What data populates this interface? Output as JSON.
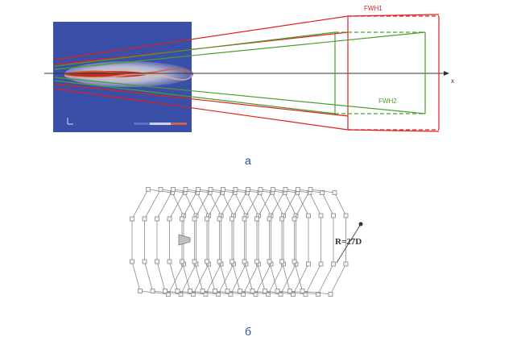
{
  "figure_a": {
    "caption": "а",
    "surface_1_label": "FWH1",
    "surface_2_label": "FWH2",
    "axis_label": "x",
    "colors": {
      "fwh1": "#e02020",
      "fwh2": "#4aa02a",
      "field_background": "#3a4fa8",
      "jet_core": "#c03020"
    }
  },
  "figure_b": {
    "caption": "б",
    "radius_label": "R=27D"
  }
}
